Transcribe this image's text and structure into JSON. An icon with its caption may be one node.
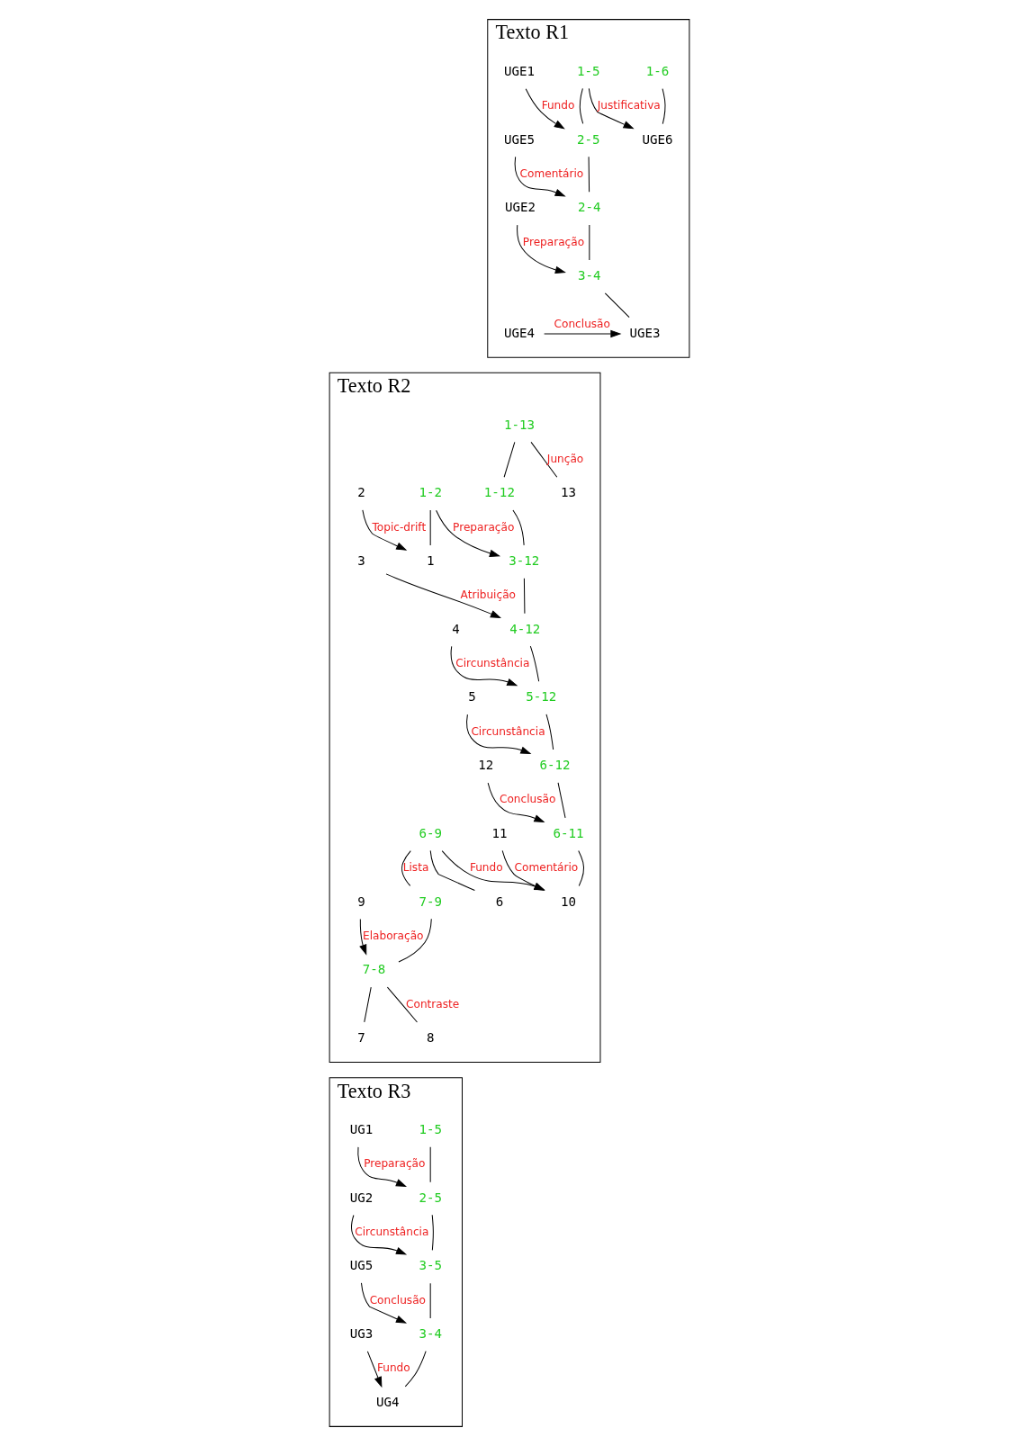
{
  "diagram": {
    "nodes": [
      {
        "text": [
          "Texto R1"
        ]
      },
      {
        "text": [
          "1-6"
        ],
        "in": 0
      },
      {
        "text": [
          "1-5"
        ],
        "in": 0
      },
      {
        "text": [
          "UGE6"
        ],
        "in": 0
      },
      {
        "text": [
          "2-5"
        ],
        "in": 0
      },
      {
        "text": [
          "UGE1"
        ],
        "in": 0
      },
      {
        "text": [
          "2-4"
        ],
        "in": 0
      },
      {
        "text": [
          "UGE5"
        ],
        "in": 0
      },
      {
        "text": [
          "3-4"
        ],
        "in": 0
      },
      {
        "text": [
          "UGE2"
        ],
        "in": 0
      },
      {
        "text": [
          "UGE3"
        ],
        "in": 0
      },
      {
        "text": [
          "UGE4"
        ],
        "in": 0
      },
      {
        "text": [
          "Texto R2"
        ]
      },
      {
        "text": [
          "1-13"
        ],
        "in": 12
      },
      {
        "text": [
          "1-12"
        ],
        "in": 12
      },
      {
        "text": [
          "13"
        ],
        "in": 12
      },
      {
        "text": [
          "1-2"
        ],
        "in": 12
      },
      {
        "text": [
          "3-12"
        ],
        "in": 12
      },
      {
        "text": [
          "1"
        ],
        "in": 12
      },
      {
        "text": [
          "2"
        ],
        "in": 12
      },
      {
        "text": [
          "4-12"
        ],
        "in": 12
      },
      {
        "text": [
          "3"
        ],
        "in": 12
      },
      {
        "text": [
          "5-12"
        ],
        "in": 12
      },
      {
        "text": [
          "4"
        ],
        "in": 12
      },
      {
        "text": [
          "6-12"
        ],
        "in": 12
      },
      {
        "text": [
          "5"
        ],
        "in": 12
      },
      {
        "text": [
          "6-11"
        ],
        "in": 12
      },
      {
        "text": [
          "12"
        ],
        "in": 12
      },
      {
        "text": [
          "10"
        ],
        "in": 12
      },
      {
        "text": [
          "11"
        ],
        "in": 12
      },
      {
        "text": [
          "6-9"
        ],
        "in": 12
      },
      {
        "text": [
          "6"
        ],
        "in": 12
      },
      {
        "text": [
          "7-9"
        ],
        "in": 12
      },
      {
        "text": [
          "7-8"
        ],
        "in": 12
      },
      {
        "text": [
          "9"
        ],
        "in": 12
      },
      {
        "text": [
          "7"
        ],
        "in": 12
      },
      {
        "text": [
          "8"
        ],
        "in": 12
      },
      {
        "text": [
          "Texto R3"
        ]
      },
      {
        "text": [
          "1-5"
        ],
        "in": 37
      },
      {
        "text": [
          "2-5"
        ],
        "in": 37
      },
      {
        "text": [
          "UG1"
        ],
        "in": 37
      },
      {
        "text": [
          "3-5"
        ],
        "in": 37
      },
      {
        "text": [
          "UG2"
        ],
        "in": 37
      },
      {
        "text": [
          "3-4"
        ],
        "in": 37
      },
      {
        "text": [
          "UG5"
        ],
        "in": 37
      },
      {
        "text": [
          "UG4"
        ],
        "in": 37
      },
      {
        "text": [
          "UG3"
        ],
        "in": 37
      }
    ],
    "edges": [
      {
        "from": 1,
        "to": 3,
        "arrow": "none"
      },
      {
        "from": 2,
        "to": 3,
        "arrow": "to",
        "label": "Justificativa"
      },
      {
        "from": 2,
        "to": 4,
        "arrow": "none"
      },
      {
        "from": 5,
        "to": 4,
        "arrow": "to",
        "label": "Fundo"
      },
      {
        "from": 4,
        "to": 6,
        "arrow": "none"
      },
      {
        "from": 7,
        "to": 6,
        "arrow": "to",
        "label": "Comentário"
      },
      {
        "from": 6,
        "to": 8,
        "arrow": "none"
      },
      {
        "from": 9,
        "to": 8,
        "arrow": "to",
        "label": "Preparação"
      },
      {
        "from": 8,
        "to": 10,
        "arrow": "none"
      },
      {
        "from": 11,
        "to": 10,
        "arrow": "to",
        "label": "Conclusão"
      },
      {
        "from": 13,
        "to": 14,
        "arrow": "none"
      },
      {
        "from": 13,
        "to": 15,
        "arrow": "none",
        "label": "Junção"
      },
      {
        "from": 14,
        "to": 17,
        "arrow": "none"
      },
      {
        "from": 16,
        "to": 17,
        "arrow": "to",
        "label": "Preparação"
      },
      {
        "from": 16,
        "to": 18,
        "arrow": "none"
      },
      {
        "from": 19,
        "to": 18,
        "arrow": "to",
        "label": "Topic-drift"
      },
      {
        "from": 17,
        "to": 20,
        "arrow": "none"
      },
      {
        "from": 21,
        "to": 20,
        "arrow": "to",
        "label": "Atribuição"
      },
      {
        "from": 20,
        "to": 22,
        "arrow": "none"
      },
      {
        "from": 23,
        "to": 22,
        "arrow": "to",
        "label": "Circunstância"
      },
      {
        "from": 22,
        "to": 24,
        "arrow": "none"
      },
      {
        "from": 25,
        "to": 24,
        "arrow": "to",
        "label": "Circunstância"
      },
      {
        "from": 24,
        "to": 26,
        "arrow": "none"
      },
      {
        "from": 27,
        "to": 26,
        "arrow": "to",
        "label": "Conclusão"
      },
      {
        "from": 26,
        "to": 28,
        "arrow": "none"
      },
      {
        "from": 29,
        "to": 28,
        "arrow": "to",
        "label": "Comentário"
      },
      {
        "from": 30,
        "to": 28,
        "arrow": "to",
        "label": "Fundo"
      },
      {
        "from": 30,
        "to": 31,
        "arrow": "none"
      },
      {
        "from": 30,
        "to": 32,
        "arrow": "none",
        "label": "Lista"
      },
      {
        "from": 32,
        "to": 33,
        "arrow": "none"
      },
      {
        "from": 34,
        "to": 33,
        "arrow": "to",
        "label": "Elaboração"
      },
      {
        "from": 33,
        "to": 35,
        "arrow": "none"
      },
      {
        "from": 33,
        "to": 36,
        "arrow": "none",
        "label": "Contraste"
      },
      {
        "from": 38,
        "to": 39,
        "arrow": "none"
      },
      {
        "from": 40,
        "to": 39,
        "arrow": "to",
        "label": "Preparação"
      },
      {
        "from": 39,
        "to": 41,
        "arrow": "none"
      },
      {
        "from": 42,
        "to": 41,
        "arrow": "to",
        "label": "Circunstância"
      },
      {
        "from": 41,
        "to": 43,
        "arrow": "none"
      },
      {
        "from": 44,
        "to": 43,
        "arrow": "to",
        "label": "Conclusão"
      },
      {
        "from": 43,
        "to": 45,
        "arrow": "none"
      },
      {
        "from": 46,
        "to": 45,
        "arrow": "to",
        "label": "Fundo"
      }
    ]
  }
}
